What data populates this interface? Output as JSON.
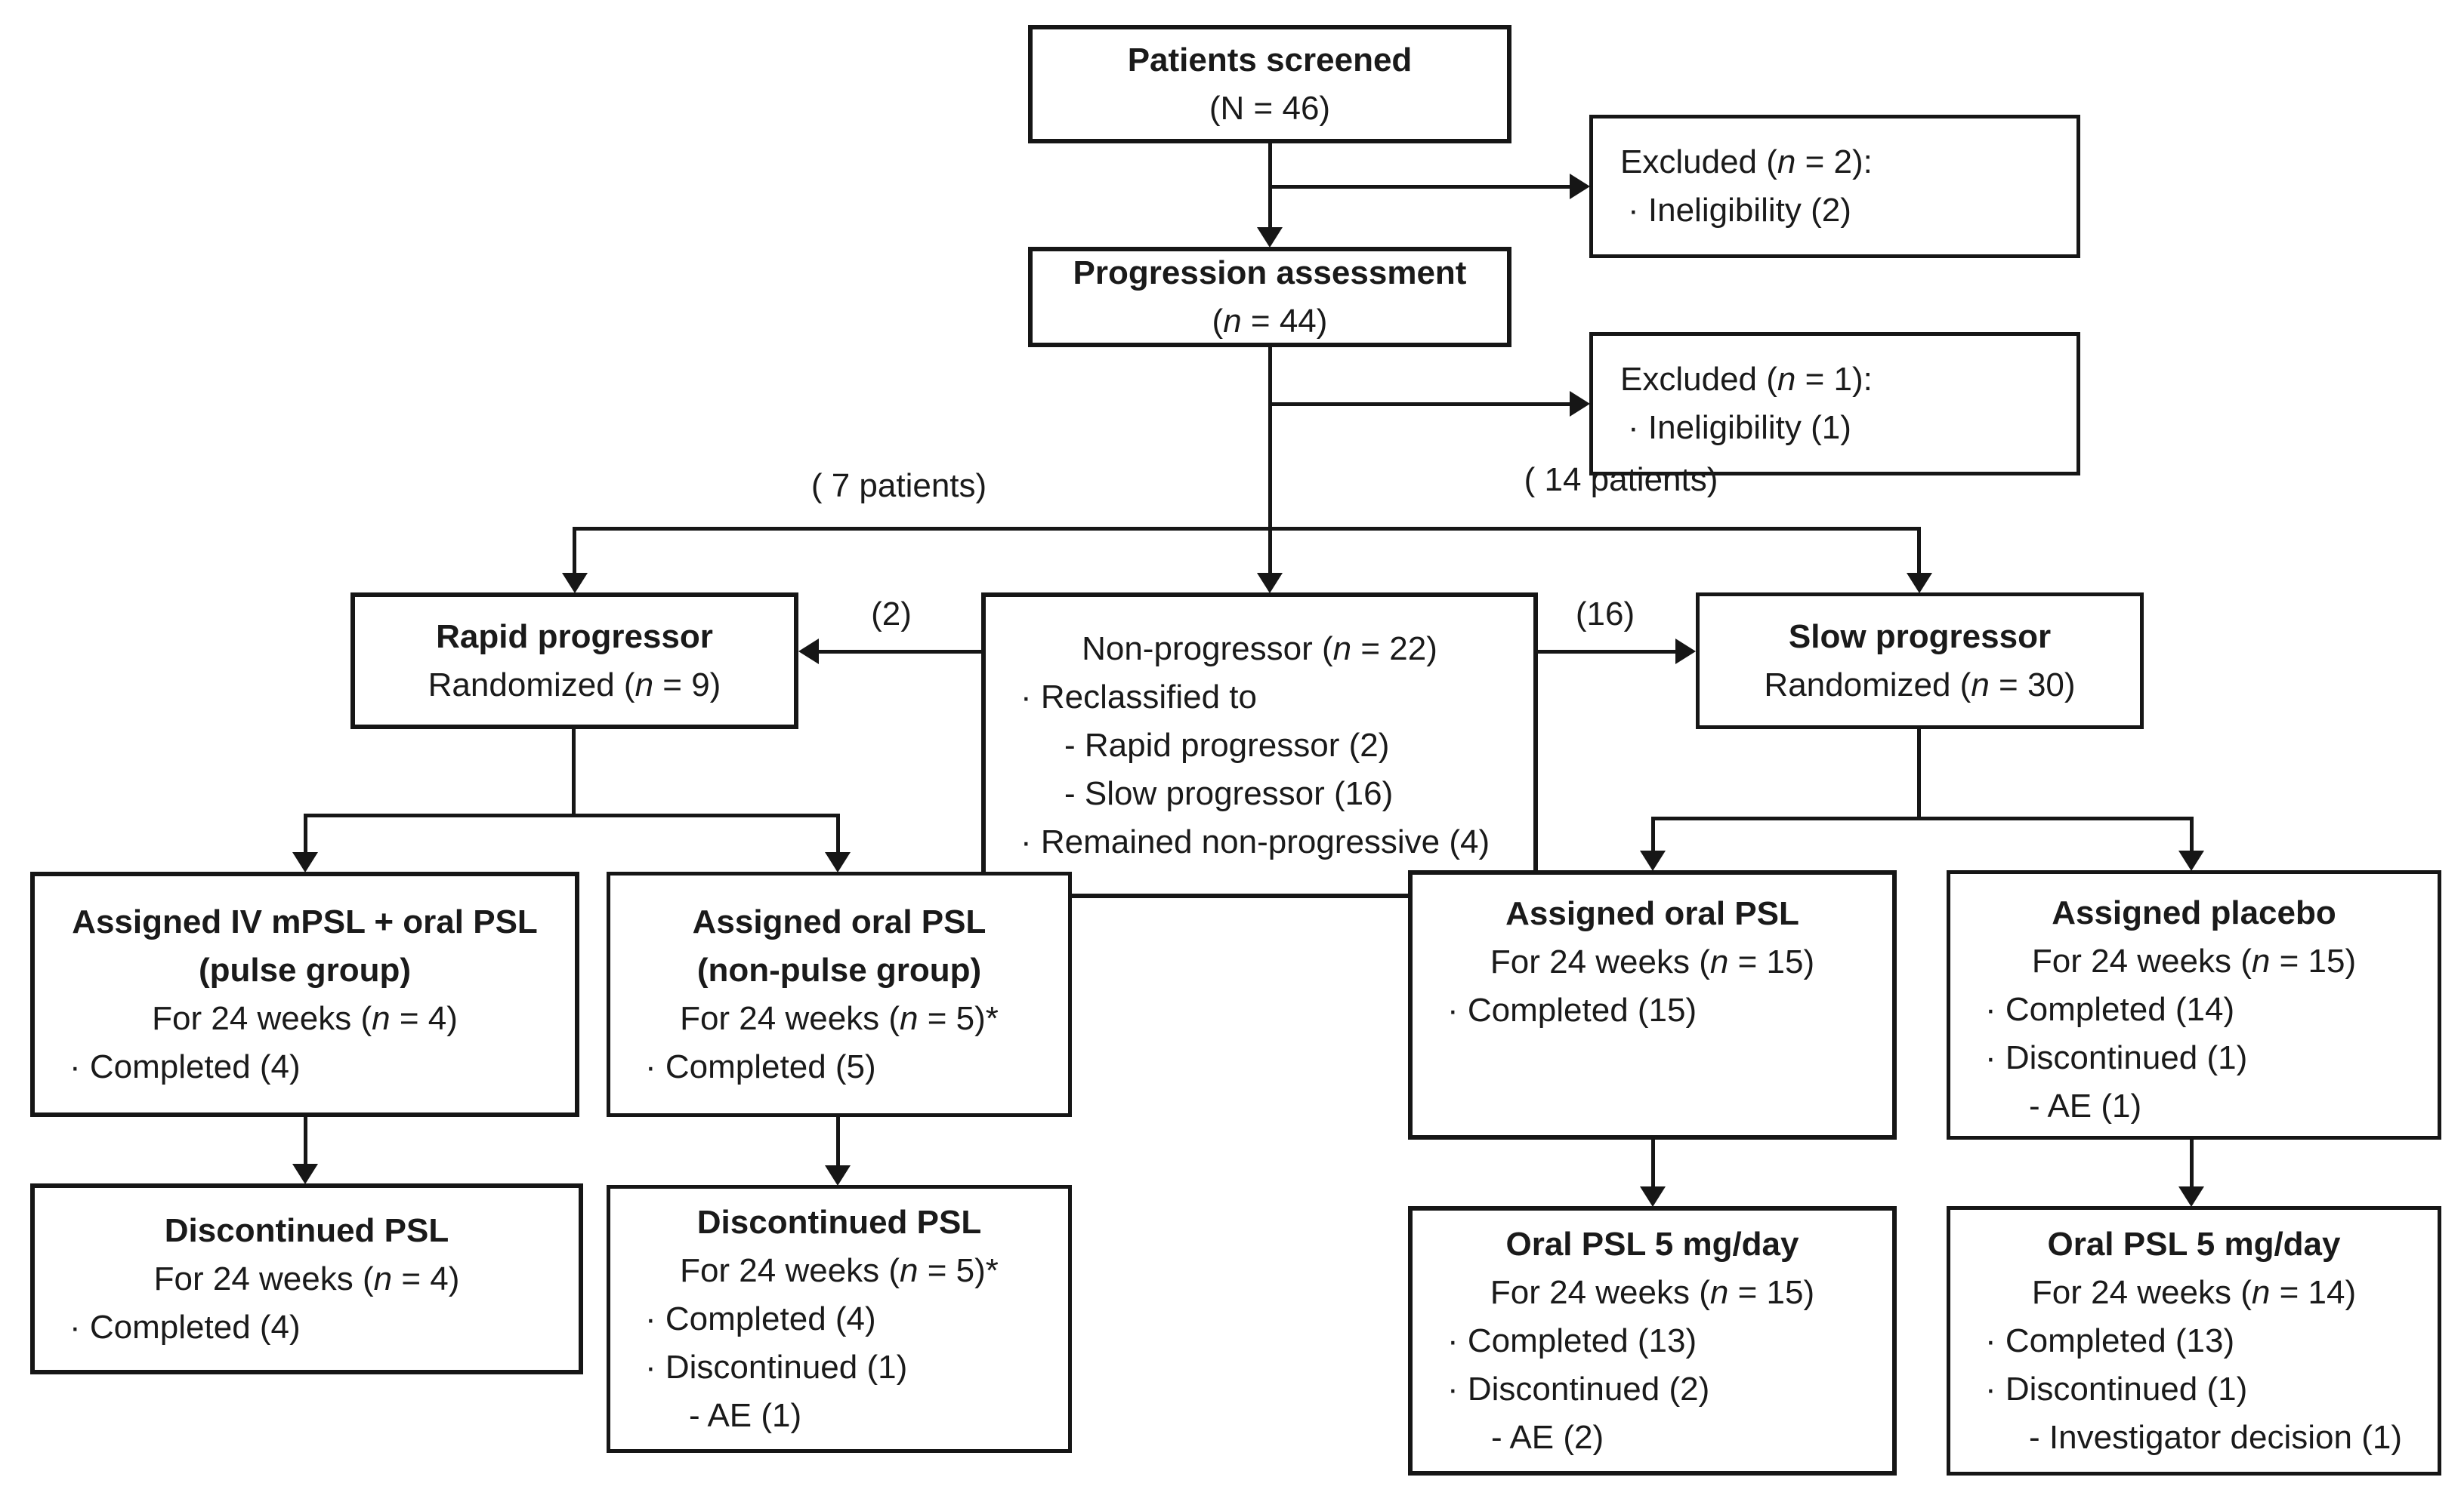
{
  "diagram_title": "Patient disposition flow diagram",
  "colors": {
    "line": "#161616",
    "box_border": "#161616",
    "text": "#1a1a1a",
    "background": "#ffffff"
  },
  "boxes": {
    "patients_screened": {
      "title": "Patients screened",
      "subtitle": "(N = 46)"
    },
    "excluded_1": {
      "title": "Excluded (n = 2):",
      "lines": [
        "· Ineligibility (2)"
      ]
    },
    "progression": {
      "title": "Progression assessment",
      "subtitle": "(n = 44)"
    },
    "excluded_2": {
      "title": "Excluded (n = 1):",
      "lines": [
        "· Ineligibility (1)"
      ]
    },
    "rapid_progressor": {
      "title": "Rapid progressor",
      "subtitle": "Randomized (n = 9)"
    },
    "non_progressor": {
      "title_bold": "Non-progressor",
      "title_rest": " (n = 22)",
      "lines": [
        "· Reclassified to",
        "- Rapid progressor (2)",
        "- Slow progressor (16)",
        "· Remained non-progressive (4)"
      ]
    },
    "slow_progressor": {
      "title": "Slow progressor",
      "subtitle": "Randomized (n = 30)"
    },
    "assigned_pulse": {
      "title1": "Assigned IV mPSL + oral PSL",
      "title2": "(pulse group)",
      "subtitle": "For 24 weeks (n = 4)",
      "lines": [
        "· Completed (4)"
      ]
    },
    "assigned_nonpulse": {
      "title1": "Assigned oral PSL",
      "title2": "(non-pulse group)",
      "subtitle": "For 24 weeks (n = 5)*",
      "lines": [
        "· Completed (5)"
      ]
    },
    "discontinued_pulse": {
      "title": "Discontinued PSL",
      "subtitle": "For 24 weeks (n = 4)",
      "lines": [
        "· Completed (4)"
      ]
    },
    "discontinued_nonpulse": {
      "title": "Discontinued PSL",
      "subtitle": "For 24 weeks (n = 5)*",
      "lines": [
        "· Completed (4)",
        "· Discontinued (1)",
        "- AE (1)"
      ]
    },
    "assigned_oral_slow": {
      "title": "Assigned oral PSL",
      "subtitle": "For 24 weeks (n = 15)",
      "lines": [
        "· Completed (15)"
      ]
    },
    "assigned_placebo": {
      "title": "Assigned placebo",
      "subtitle": "For 24 weeks (n = 15)",
      "lines": [
        "· Completed (14)",
        "· Discontinued (1)",
        "- AE (1)"
      ]
    },
    "oral_psl_15": {
      "title": "Oral PSL 5 mg/day",
      "subtitle": "For 24 weeks (n = 15)",
      "lines": [
        "· Completed (13)",
        "· Discontinued (2)",
        "- AE (2)"
      ]
    },
    "oral_psl_14": {
      "title": "Oral PSL 5 mg/day",
      "subtitle": "For 24 weeks (n = 14)",
      "lines": [
        "· Completed (13)",
        "· Discontinued (1)",
        "- Investigator decision (1)"
      ]
    }
  },
  "labels": {
    "branch_left": "( 7 patients)",
    "branch_right": "( 14 patients)",
    "reclass_to_rapid": "(2)",
    "reclass_to_slow": "(16)"
  }
}
